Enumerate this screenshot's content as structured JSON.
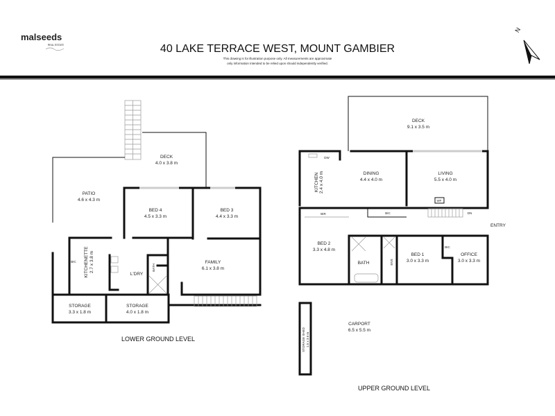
{
  "header": {
    "logo": {
      "name": "malseeds",
      "sub": "REAL ESTATE",
      "tagline": "Malseeds Real Estate logo"
    },
    "title": "40 LAKE TERRACE WEST, MOUNT GAMBIER",
    "disclaimer_line1": "This drawing is for illustration purpose only. All measurements are approximate",
    "disclaimer_line2": "only information intended to be relied upon should independently verified.",
    "north_label": "N"
  },
  "lower": {
    "level": "LOWER GROUND LEVEL",
    "rooms": {
      "deck": {
        "name": "DECK",
        "size": "4.0 x 3.8 m"
      },
      "patio": {
        "name": "PATIO",
        "size": "4.6 x 4.3 m"
      },
      "bed4": {
        "name": "BED 4",
        "size": "4.5 x 3.3 m"
      },
      "bed3": {
        "name": "BED 3",
        "size": "4.4 x 3.3 m"
      },
      "family": {
        "name": "FAMILY",
        "size": "6.1 x 3.8 m"
      },
      "kitchenette": {
        "name": "KITCHENETTE",
        "size": "2.7 x 3.8 m"
      },
      "bic": {
        "name": "BIC"
      },
      "laundry": {
        "name": "L'DRY"
      },
      "bath": {
        "name": "BATH"
      },
      "storage1": {
        "name": "STORAGE",
        "size": "3.3 x 1.8 m"
      },
      "storage2": {
        "name": "STORAGE",
        "size": "4.0 x 1.8 m"
      }
    }
  },
  "upper": {
    "level": "UPPER GROUND LEVEL",
    "entry": "ENTRY",
    "rooms": {
      "deck": {
        "name": "DECK",
        "size": "9.1 x 3.5 m"
      },
      "dining": {
        "name": "DINING",
        "size": "4.4 x 4.0 m"
      },
      "living": {
        "name": "LIVING",
        "size": "5.5 x 4.0 m"
      },
      "kitchen": {
        "name": "KITCHEN",
        "size": "2.4 x 4.0 m"
      },
      "dw": {
        "name": "DW"
      },
      "bir": {
        "name": "BIR"
      },
      "bic": {
        "name": "BIC"
      },
      "wf": {
        "name": "WF"
      },
      "dn": {
        "name": "DN"
      },
      "bed2": {
        "name": "BED 2",
        "size": "3.3 x 4.8 m"
      },
      "bath": {
        "name": "BATH"
      },
      "ens": {
        "name": "ENS"
      },
      "bed1": {
        "name": "BED 1",
        "size": "3.0 x 3.3 m"
      },
      "bic2": {
        "name": "BIC"
      },
      "office": {
        "name": "OFFICE",
        "size": "3.0 x 3.3 m"
      },
      "shed": {
        "name": "STORAGE SHED",
        "size": "1.5 x 3.6 m"
      },
      "carport": {
        "name": "CARPORT",
        "size": "6.5 x 5.5 m"
      }
    }
  }
}
